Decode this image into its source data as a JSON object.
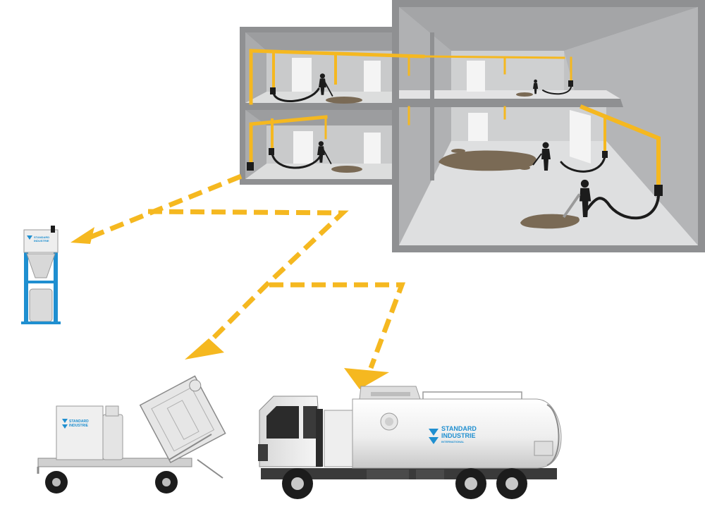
{
  "colors": {
    "pipe": "#f5b820",
    "arrow": "#f5b820",
    "wall": "#8f9092",
    "floor": "#d9dadb",
    "brand_blue": "#1f8fd0",
    "dirt": "#7a6a55",
    "figure": "#1c1c1c"
  },
  "branding": {
    "truck": {
      "line1": "STANDARD",
      "line2": "INDUSTRIE",
      "line3": "INTERNATIONAL"
    },
    "trailer": {
      "line1": "STANDARD",
      "line2": "INDUSTRIE"
    },
    "separator": {
      "line1": "STANDARD",
      "line2": "INDUSTRIE"
    }
  },
  "icons": {
    "building": "cutaway-building",
    "operator": "worker-vacuum-hose",
    "separator": "filter-separator-big-bag",
    "trailer": "mobile-vacuum-trailer",
    "truck": "vacuum-tanker-truck"
  }
}
